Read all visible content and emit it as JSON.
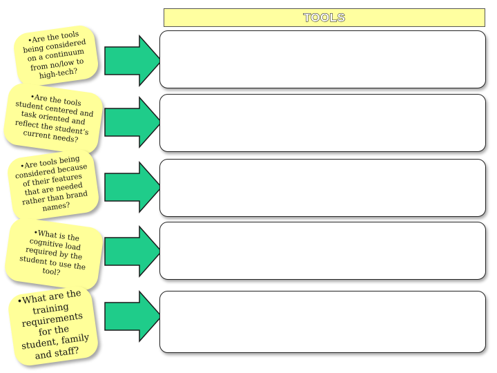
{
  "title": "TOOLS",
  "colors": {
    "title_fill": "#ffffa0",
    "note_fill": "#ffff99",
    "arrow_fill": "#1fcc8a",
    "arrow_stroke": "#1a1a1a",
    "box_border": "#222222"
  },
  "questions": [
    "•Are the tools being considered on a continuum from no/low to high-tech?",
    "•Are the tools student centered and task oriented and reflect the student’s current needs?",
    "•Are tools being considered because of their features that are needed rather than brand names?",
    "•What is the cognitive load required by the student to use the tool?",
    "•What are the training requirements for the student, family and staff?"
  ],
  "answers": [
    "",
    "",
    "",
    "",
    ""
  ]
}
